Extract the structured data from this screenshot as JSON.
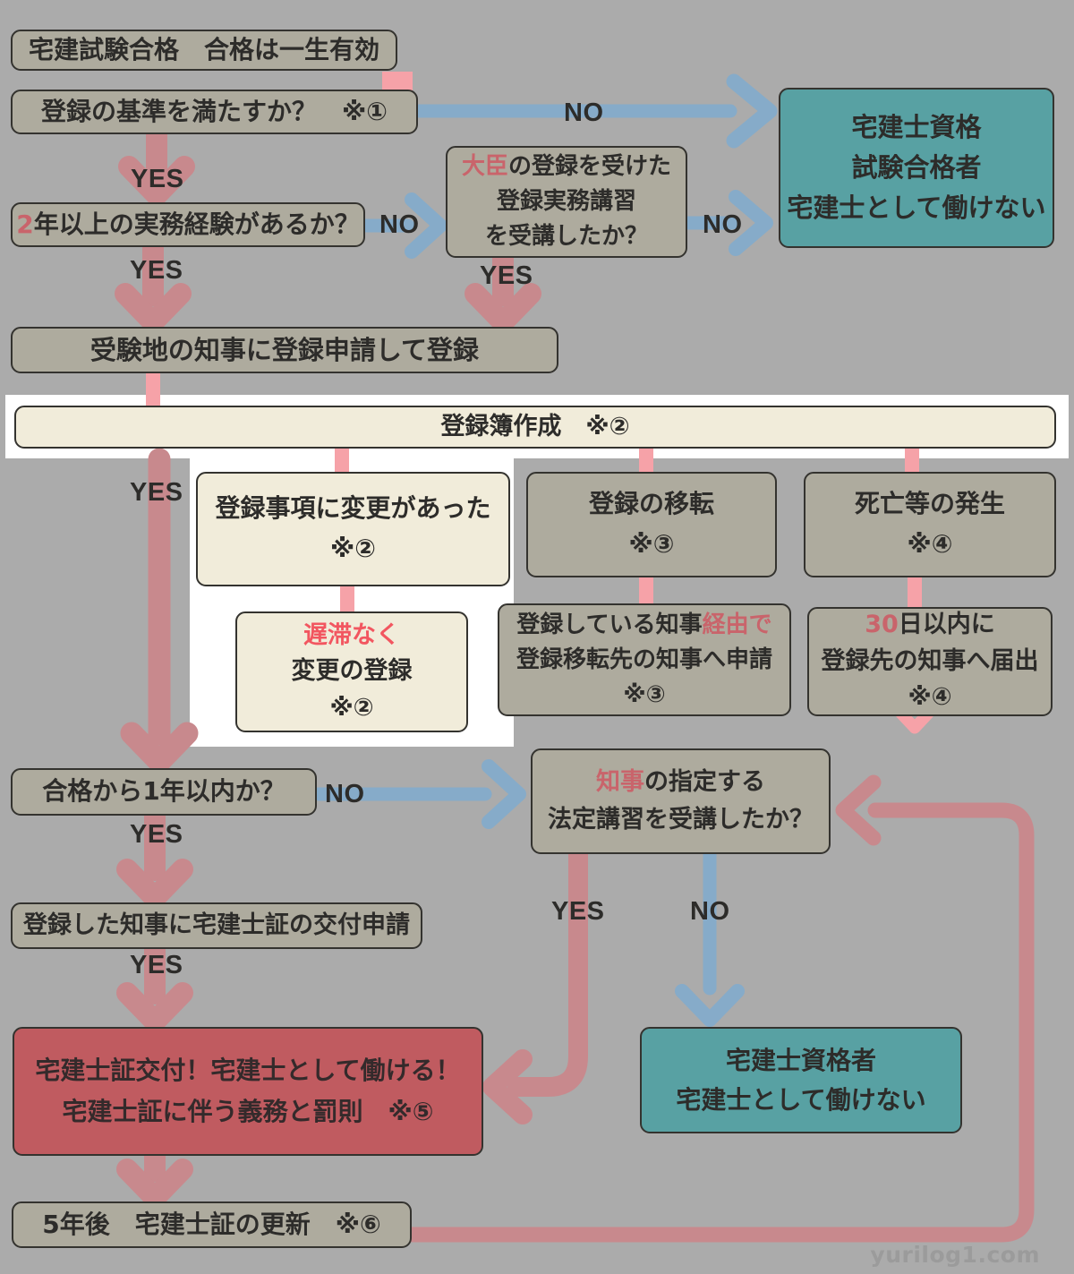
{
  "watermark": "yurilog1.com",
  "colors": {
    "background": "#ababab",
    "box_khaki": "#aeab9e",
    "box_cream": "#f1ecda",
    "box_teal": "#58a1a3",
    "box_red": "#c05b60",
    "border": "#34332f",
    "text": "#2d2c2a",
    "accent_red_text": "#c9646b",
    "accent_bright_text": "#f25660",
    "arrow_pink": "#c8898d",
    "connector_pink": "#f6a2a8",
    "arrow_blue": "#86abc9",
    "highlight_band": "#ffffff",
    "watermark_gray": "#9b9b9b"
  },
  "labels": {
    "yes1": "YES",
    "yes2": "YES",
    "yes3": "YES",
    "yes4": "YES",
    "yes5": "YES",
    "yes6": "YES",
    "yes7": "YES",
    "no1": "NO",
    "no2": "NO",
    "no3": "NO",
    "no4": "NO",
    "no5": "NO"
  },
  "nodes": {
    "exam_pass": {
      "lines": [
        [
          {
            "t": "宅建試験合格　合格は一生有効"
          }
        ]
      ]
    },
    "criteria": {
      "lines": [
        [
          {
            "t": "登録の基準を満たすか？　※①"
          }
        ]
      ]
    },
    "cannot_work_top": {
      "lines": [
        [
          {
            "t": "宅建士資格"
          }
        ],
        [
          {
            "t": "試験合格者"
          }
        ],
        [
          {
            "t": "宅建士として働けない"
          }
        ]
      ]
    },
    "experience": {
      "lines": [
        [
          {
            "t": "2",
            "c": "red"
          },
          {
            "t": "年以上の実務経験があるか？"
          }
        ]
      ]
    },
    "minister_course": {
      "lines": [
        [
          {
            "t": "大臣",
            "c": "red"
          },
          {
            "t": "の登録を受けた"
          }
        ],
        [
          {
            "t": "登録実務講習"
          }
        ],
        [
          {
            "t": "を受講したか？"
          }
        ]
      ]
    },
    "apply_register": {
      "lines": [
        [
          {
            "t": "受験地の知事に登録申請して登録"
          }
        ]
      ]
    },
    "registry_book": {
      "lines": [
        [
          {
            "t": "登録簿作成　※②"
          }
        ]
      ]
    },
    "change_happened": {
      "lines": [
        [
          {
            "t": "登録事項に変更があった"
          }
        ],
        [
          {
            "t": "※②"
          }
        ]
      ]
    },
    "change_register": {
      "lines": [
        [
          {
            "t": "遅滞なく",
            "c": "bright"
          }
        ],
        [
          {
            "t": "変更の登録"
          }
        ],
        [
          {
            "t": "※②"
          }
        ]
      ]
    },
    "transfer": {
      "lines": [
        [
          {
            "t": "登録の移転"
          }
        ],
        [
          {
            "t": "※③"
          }
        ]
      ]
    },
    "death": {
      "lines": [
        [
          {
            "t": "死亡等の発生"
          }
        ],
        [
          {
            "t": "※④"
          }
        ]
      ]
    },
    "transfer_apply": {
      "lines": [
        [
          {
            "t": "登録している知事"
          },
          {
            "t": "経由で",
            "c": "red"
          }
        ],
        [
          {
            "t": "登録移転先の知事へ申請"
          }
        ],
        [
          {
            "t": "※③"
          }
        ]
      ]
    },
    "death_report": {
      "lines": [
        [
          {
            "t": "30",
            "c": "red"
          },
          {
            "t": "日以内に"
          }
        ],
        [
          {
            "t": "登録先の知事へ届出"
          }
        ],
        [
          {
            "t": "※④"
          }
        ]
      ]
    },
    "within_one_year": {
      "lines": [
        [
          {
            "t": "合格から1年以内か？"
          }
        ]
      ]
    },
    "legal_course": {
      "lines": [
        [
          {
            "t": "知事",
            "c": "red"
          },
          {
            "t": "の指定する"
          }
        ],
        [
          {
            "t": "法定講習を受講したか？"
          }
        ]
      ]
    },
    "card_apply": {
      "lines": [
        [
          {
            "t": "登録した知事に宅建士証の交付申請"
          }
        ]
      ]
    },
    "card_issued": {
      "lines": [
        [
          {
            "t": "宅建士証交付！宅建士として働ける！"
          }
        ],
        [
          {
            "t": "宅建士証に伴う義務と罰則　※⑤"
          }
        ]
      ]
    },
    "cannot_work_bottom": {
      "lines": [
        [
          {
            "t": "宅建士資格者"
          }
        ],
        [
          {
            "t": "宅建士として働けない"
          }
        ]
      ]
    },
    "renewal": {
      "lines": [
        [
          {
            "t": "5年後　宅建士証の更新　※⑥"
          }
        ]
      ]
    }
  }
}
